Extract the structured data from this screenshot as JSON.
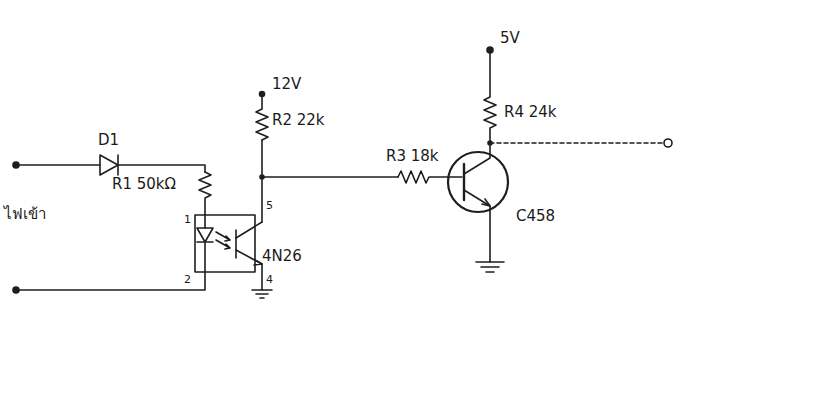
{
  "diagram": {
    "labels": [
      "ไฟเข้า",
      "D1",
      "R1 50kΩ",
      "1",
      "2",
      "4N26",
      "12V",
      "R2 22k",
      "5",
      "4",
      "R3 18k",
      "5V",
      "R4 24k",
      "C458"
    ]
  }
}
